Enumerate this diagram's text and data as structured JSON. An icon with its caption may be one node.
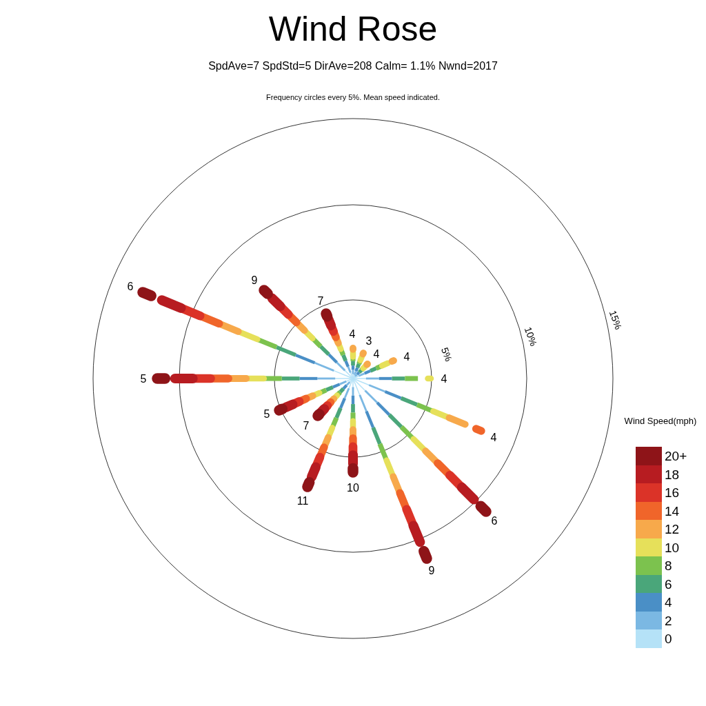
{
  "diagram": {
    "title": "Wind Rose",
    "labels": [
      "SpdAve=7  SpdStd=5  DirAve=208   Calm= 1.1%  Nwnd=2017",
      "Frequency circles every 5%. Mean speed indicated.",
      "5%",
      "10%",
      "15%",
      "4",
      "3",
      "4",
      "4",
      "4",
      "4",
      "6",
      "9",
      "10",
      "11",
      "7",
      "5",
      "5",
      "6",
      "9",
      "7",
      "Wind Speed(mph)"
    ],
    "legend": [
      {
        "text": "20+",
        "color": "#8e1418"
      },
      {
        "text": "18",
        "color": "#b71c21"
      },
      {
        "text": "16",
        "color": "#db3328"
      },
      {
        "text": "14",
        "color": "#f0652a"
      },
      {
        "text": "12",
        "color": "#f7a94b"
      },
      {
        "text": "10",
        "color": "#e6e05a"
      },
      {
        "text": "8",
        "color": "#7cc24e"
      },
      {
        "text": "6",
        "color": "#4aa67a"
      },
      {
        "text": "4",
        "color": "#4a8fc6"
      },
      {
        "text": "2",
        "color": "#7bb8e3"
      },
      {
        "text": "0",
        "color": "#b5e2f7"
      }
    ]
  }
}
